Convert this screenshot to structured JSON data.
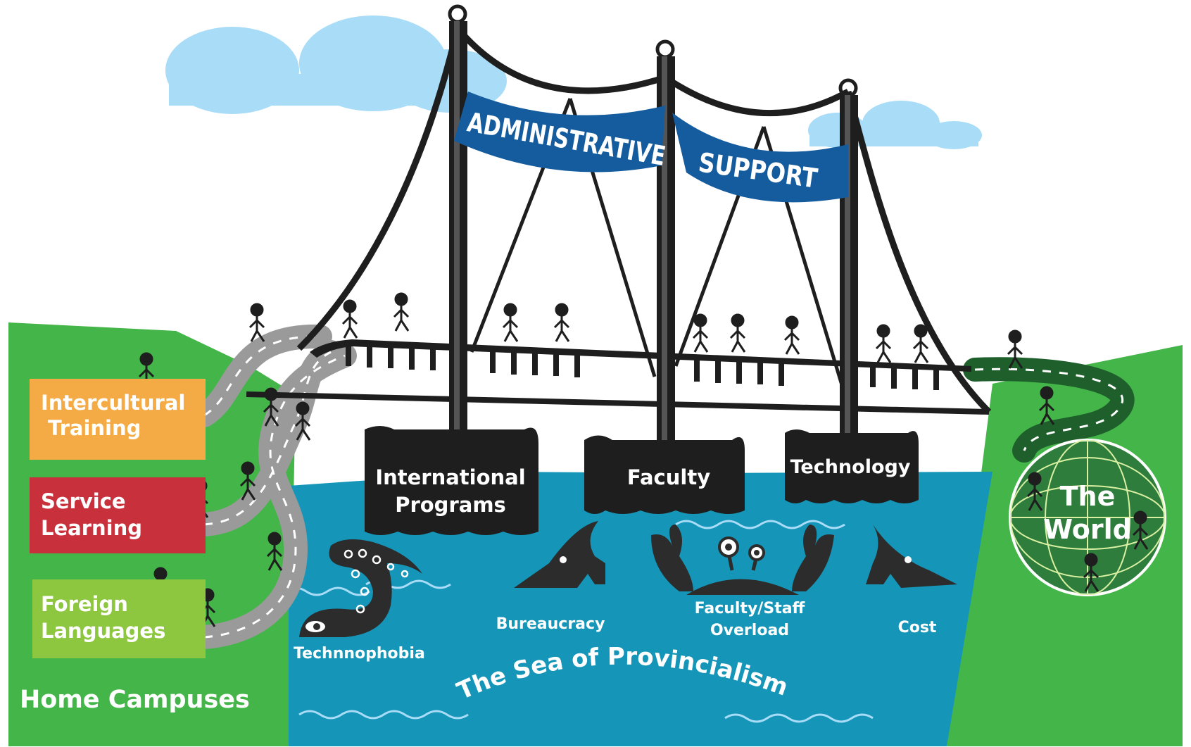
{
  "banner": {
    "left": "ADMINISTRATIVE",
    "right": "SUPPORT"
  },
  "boxes": [
    {
      "label_line1": "Intercultural",
      "label_line2": "Training",
      "color": "#f4aa45"
    },
    {
      "label_line1": "Service",
      "label_line2": "Learning",
      "color": "#c8303c"
    },
    {
      "label_line1": "Foreign",
      "label_line2": "Languages",
      "color": "#8dc63f"
    }
  ],
  "home_label": "Home Campuses",
  "piers": {
    "international_line1": "International",
    "international_line2": "Programs",
    "faculty": "Faculty",
    "technology": "Technology"
  },
  "threats": {
    "technophobia": "Technnophobia",
    "bureaucracy": "Bureaucracy",
    "overload_line1": "Faculty/Staff",
    "overload_line2": "Overload",
    "cost": "Cost"
  },
  "sea_label": "The Sea of Provincialism",
  "world": {
    "line1": "The",
    "line2": "World"
  },
  "colors": {
    "sea": "#1596b8",
    "land": "#44b549",
    "banner": "#145c9e",
    "cloud": "#a8dcf7",
    "structure": "#1e1e1e",
    "road": "#9a9a9a",
    "globe": "#2e7d3c"
  }
}
